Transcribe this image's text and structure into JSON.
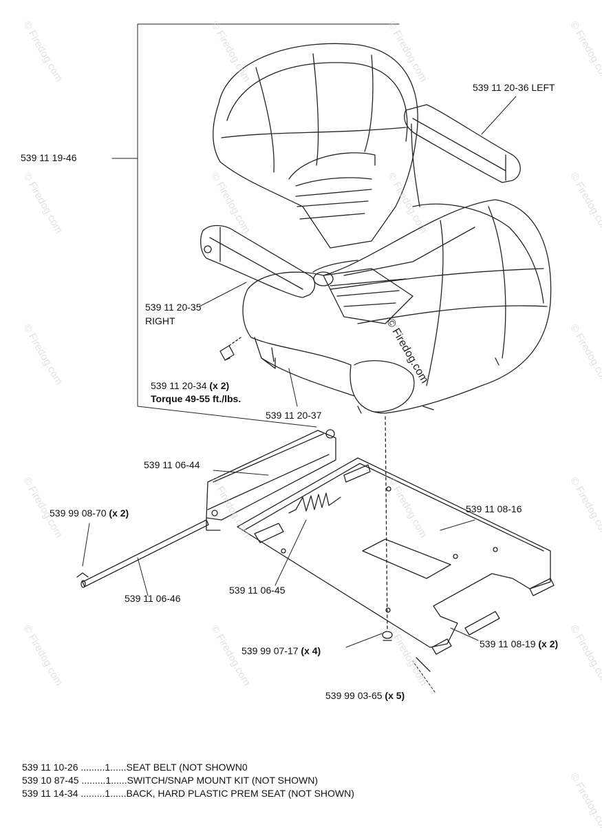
{
  "watermark": "© Firedog.com",
  "callouts": {
    "p_539_11_19_46": {
      "number": "539 11 19-46"
    },
    "p_539_11_20_36": {
      "number": "539 11 20-36 LEFT"
    },
    "p_539_11_20_35": {
      "number": "539 11 20-35",
      "side": "RIGHT"
    },
    "p_539_11_20_34": {
      "number": "539 11 20-34",
      "qty": "(x 2)",
      "torque": "Torque 49-55 ft./lbs."
    },
    "p_539_11_20_37": {
      "number": "539 11 20-37"
    },
    "p_539_11_06_44": {
      "number": "539 11 06-44"
    },
    "p_539_99_08_70": {
      "number": "539 99 08-70",
      "qty": "(x 2)"
    },
    "p_539_11_08_16": {
      "number": "539 11 08-16"
    },
    "p_539_11_06_46": {
      "number": "539 11 06-46"
    },
    "p_539_11_06_45": {
      "number": "539 11 06-45"
    },
    "p_539_99_07_17": {
      "number": "539 99 07-17",
      "qty": "(x 4)"
    },
    "p_539_11_08_19": {
      "number": "539 11 08-19",
      "qty": "(x 2)"
    },
    "p_539_99_03_65": {
      "number": "539 99 03-65",
      "qty": "(x 5)"
    }
  },
  "notes": [
    {
      "part": "539 11 10-26",
      "dots1": " .........",
      "qty": "1",
      "dots2": "......",
      "desc": "SEAT BELT (NOT SHOWN0"
    },
    {
      "part": "539 10 87-45",
      "dots1": " .........",
      "qty": "1",
      "dots2": "......",
      "desc": "SWITCH/SNAP MOUNT KIT (NOT SHOWN)"
    },
    {
      "part": "539 11 14-34",
      "dots1": " .........",
      "qty": "1",
      "dots2": "......",
      "desc": "BACK, HARD PLASTIC PREM SEAT (NOT SHOWN)"
    }
  ]
}
